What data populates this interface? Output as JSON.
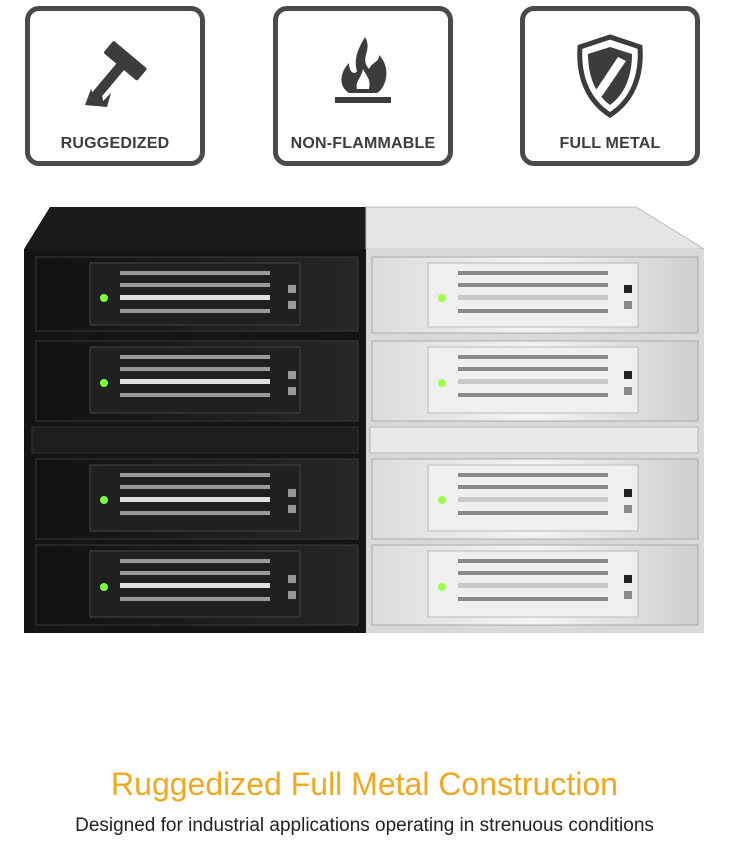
{
  "badges": [
    {
      "label": "RUGGEDIZED",
      "icon": "hammer-icon"
    },
    {
      "label": "NON-FLAMMABLE",
      "icon": "flame-icon"
    },
    {
      "label": "FULL METAL",
      "icon": "shield-icon"
    }
  ],
  "product": {
    "image": "drive-enclosure-image",
    "bays_per_side": 4
  },
  "headline": "Ruggedized Full Metal Construction",
  "subline": "Designed for industrial applications operating in strenuous conditions",
  "colors": {
    "headline": "#f2a81d",
    "badge_border": "#4a4a4a",
    "led": "#7dff3a"
  }
}
